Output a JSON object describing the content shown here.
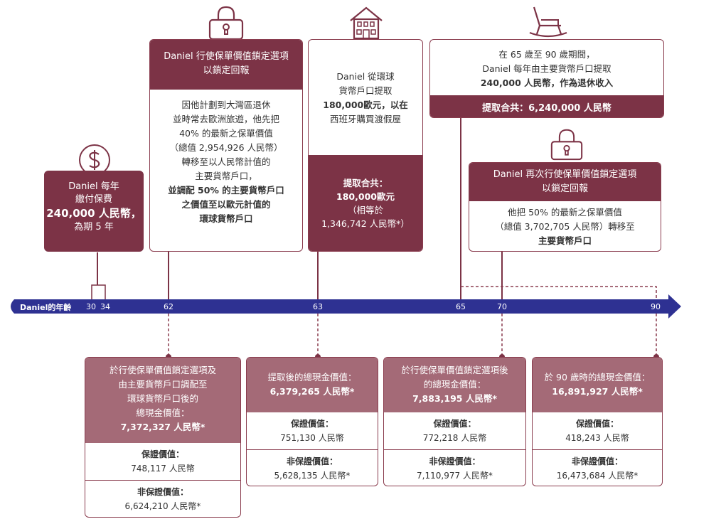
{
  "timeline": {
    "axis_label": "Daniel的年齡",
    "ticks": [
      "30",
      "34",
      "62",
      "63",
      "65",
      "70",
      "90"
    ]
  },
  "box_pay": {
    "lines": [
      "Daniel 每年",
      "繳付保費",
      "240,000 人民幣，",
      "為期 5 年"
    ]
  },
  "box_62": {
    "header": [
      "Daniel 行使保單價值鎖定選項",
      "以鎖定回報"
    ],
    "body": [
      "因他計劃到大灣區退休",
      "並時常去歐洲旅遊，他先把",
      "40% 的最新之保單價值",
      "（總值 2,954,926 人民幣）",
      "轉移至以人民幣計值的",
      "主要貨幣戶口，",
      "並調配 50% 的主要貨幣戶口",
      "之價值至以歐元計值的",
      "環球貨幣戶口"
    ]
  },
  "box_63": {
    "top": [
      "Daniel 從環球",
      "貨幣戶口提取",
      "180,000歐元，以在",
      "西班牙購買渡假屋"
    ],
    "bottom": [
      "提取合共：",
      "180,000歐元",
      "（相等於",
      "1,346,742 人民幣*）"
    ]
  },
  "box_65": {
    "top": [
      "在 65 歲至 90 歲期間，",
      "Daniel 每年由主要貨幣戶口提取",
      "240,000 人民幣，作為退休收入"
    ],
    "bottom": "提取合共：6,240,000 人民幣"
  },
  "box_70": {
    "header": [
      "Daniel 再次行使保單價值鎖定選項",
      "以鎖定回報"
    ],
    "body": [
      "他把 50% 的最新之保單價值",
      "（總值 3,702,705 人民幣）轉移至",
      "主要貨幣戶口"
    ]
  },
  "bottom_boxes": [
    {
      "header": [
        "於行使保單價值鎖定選項及",
        "由主要貨幣戶口調配至",
        "環球貨幣戶口後的",
        "總現金價值：",
        "7,372,327 人民幣*"
      ],
      "guaranteed_label": "保證價值：",
      "guaranteed_value": "748,117 人民幣",
      "non_guaranteed_label": "非保證價值：",
      "non_guaranteed_value": "6,624,210 人民幣*"
    },
    {
      "header": [
        "提取後的總現金價值：",
        "6,379,265 人民幣*"
      ],
      "guaranteed_label": "保證價值：",
      "guaranteed_value": "751,130 人民幣",
      "non_guaranteed_label": "非保證價值：",
      "non_guaranteed_value": "5,628,135 人民幣*"
    },
    {
      "header": [
        "於行使保單價值鎖定選項後",
        "的總現金價值：",
        "7,883,195 人民幣*"
      ],
      "guaranteed_label": "保證價值：",
      "guaranteed_value": "772,218 人民幣",
      "non_guaranteed_label": "非保證價值：",
      "non_guaranteed_value": "7,110,977 人民幣*"
    },
    {
      "header": [
        "於 90 歲時的總現金價值：",
        "16,891,927 人民幣*"
      ],
      "guaranteed_label": "保證價值：",
      "guaranteed_value": "418,243 人民幣",
      "non_guaranteed_label": "非保證價值：",
      "non_guaranteed_value": "16,473,684 人民幣*"
    }
  ],
  "icons": [
    "dollar-icon",
    "lock-icon",
    "house-icon",
    "rocking-chair-icon",
    "lock-icon"
  ],
  "colors": {
    "accent": "#7c3346",
    "muted": "#a46a77",
    "axis": "#2e3192"
  }
}
